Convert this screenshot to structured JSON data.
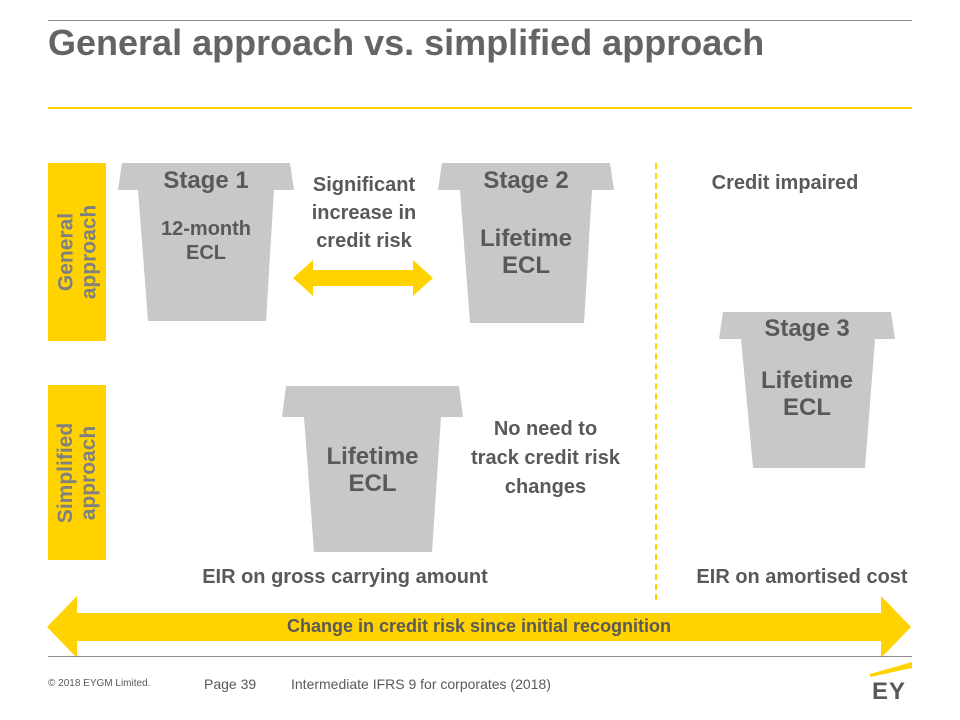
{
  "title": "General approach vs. simplified approach",
  "side_labels": {
    "general": "General approach",
    "simplified": "Simplified approach"
  },
  "stages": {
    "stage1": {
      "name": "Stage 1",
      "measure": "12-month ECL"
    },
    "stage2": {
      "name": "Stage 2",
      "measure": "Lifetime ECL"
    },
    "stage3": {
      "name": "Stage 3",
      "measure": "Lifetime ECL"
    },
    "simplified": {
      "measure": "Lifetime ECL"
    }
  },
  "labels": {
    "sicr": "Significant increase in credit risk",
    "credit_impaired": "Credit impaired",
    "no_need": "No need to track credit risk changes",
    "eir_gross": "EIR on gross carrying amount",
    "eir_amortised": "EIR on amortised cost",
    "change_arrow": "Change in credit risk since initial recognition"
  },
  "footer": {
    "copyright": "© 2018 EYGM Limited.",
    "page": "Page 39",
    "course": "Intermediate IFRS 9 for corporates (2018)",
    "logo": "EY"
  },
  "colors": {
    "accent_yellow": "#ffd200",
    "cup_gray": "#c8c8c8",
    "text_gray": "#595959"
  }
}
